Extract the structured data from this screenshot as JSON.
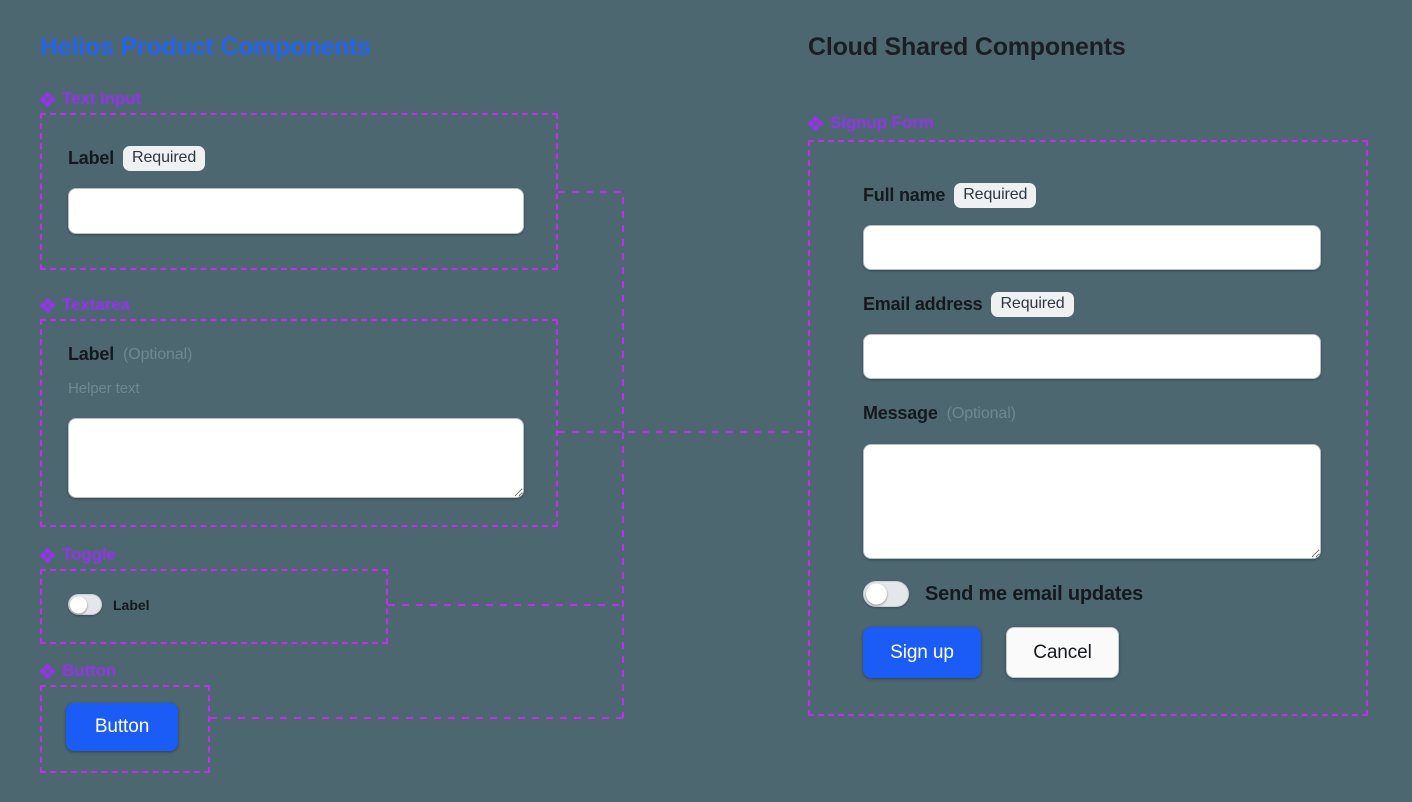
{
  "theme": {
    "background": "#4d6771",
    "accent_blue": "#2563eb",
    "accent_purple": "#9333ea",
    "dashed_border": "#c02ef0",
    "button_blue": "#1a5cf5",
    "muted_text": "#6f8791"
  },
  "left_column": {
    "title": "Helios Product Components",
    "sections": [
      {
        "icon": "diamond-cluster-icon",
        "label": "Text Input",
        "field": {
          "label": "Label",
          "badge": "Required",
          "input_value": "",
          "input_placeholder": ""
        }
      },
      {
        "icon": "diamond-cluster-icon",
        "label": "Textarea",
        "field": {
          "label": "Label",
          "optional_tag": "(Optional)",
          "helper_text": "Helper text",
          "input_value": "",
          "input_placeholder": ""
        }
      },
      {
        "icon": "diamond-cluster-icon",
        "label": "Toggle",
        "field": {
          "label": "Label",
          "state": "off"
        }
      },
      {
        "icon": "diamond-cluster-icon",
        "label": "Button",
        "field": {
          "label": "Button"
        }
      }
    ]
  },
  "right_column": {
    "title": "Cloud Shared Components",
    "section": {
      "icon": "diamond-cluster-icon",
      "label": "Signup Form",
      "fields": {
        "full_name": {
          "label": "Full name",
          "badge": "Required",
          "value": "",
          "placeholder": ""
        },
        "email": {
          "label": "Email address",
          "badge": "Required",
          "value": "",
          "placeholder": ""
        },
        "message": {
          "label": "Message",
          "optional_tag": "(Optional)",
          "value": "",
          "placeholder": ""
        },
        "email_updates_toggle": {
          "label": "Send me email updates",
          "state": "off"
        }
      },
      "actions": {
        "primary": "Sign up",
        "secondary": "Cancel"
      }
    }
  }
}
